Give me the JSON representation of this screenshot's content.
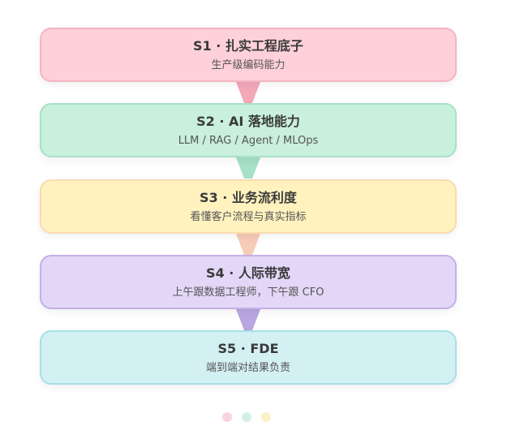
{
  "stages": [
    {
      "title": "S1 · 扎实工程底子",
      "subtitle": "生产级编码能力",
      "bg": "#fdd0da",
      "border": "#f4b5c3",
      "connector": "#f4a8b8"
    },
    {
      "title": "S2 · AI 落地能力",
      "subtitle": "LLM / RAG / Agent / MLOps",
      "bg": "#c9efdd",
      "border": "#a9e2c7",
      "connector": "#a6e0c6"
    },
    {
      "title": "S3 · 业务流利度",
      "subtitle": "看懂客户流程与真实指标",
      "bg": "#fff2bf",
      "border": "#fbdbb0",
      "connector": "#f7ccb6"
    },
    {
      "title": "S4 · 人际带宽",
      "subtitle": "上午跟数据工程师，下午跟 CFO",
      "bg": "#e3d7f7",
      "border": "#c4b0e8",
      "connector": "#b9a6e0"
    },
    {
      "title": "S5 · FDE",
      "subtitle": "端到端对结果负责",
      "bg": "#d3f0f3",
      "border": "#a8e0e6",
      "connector": ""
    }
  ],
  "footer_dots": [
    "#f8d5dd",
    "#d4f0e6",
    "#fbf0c8"
  ]
}
